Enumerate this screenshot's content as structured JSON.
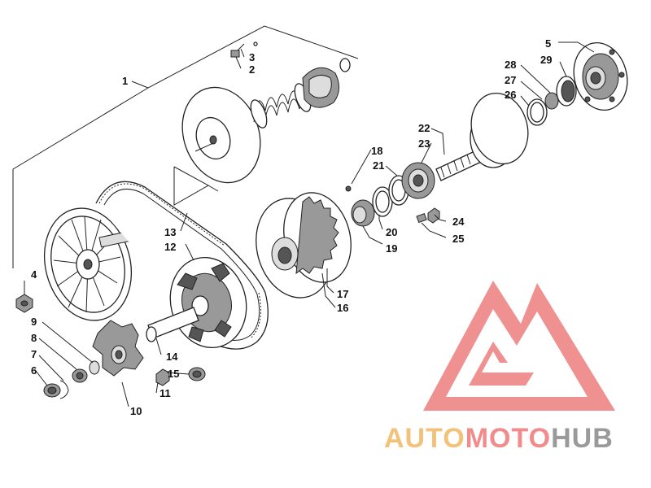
{
  "diagram": {
    "callouts": [
      "1",
      "2",
      "3",
      "4",
      "5",
      "6",
      "7",
      "8",
      "9",
      "10",
      "11",
      "12",
      "13",
      "14",
      "15",
      "16",
      "17",
      "19",
      "20",
      "21",
      "22",
      "23",
      "24",
      "25",
      "26",
      "27",
      "28",
      "29",
      "18"
    ]
  },
  "watermark": {
    "brand_part1": "AUTO",
    "brand_part2": "MOTO",
    "brand_part3": "HUB",
    "colors": {
      "logo": "#f08c8c",
      "auto": "#f2c27a",
      "moto": "#f08c8c",
      "hub": "#9a9a9a"
    }
  }
}
